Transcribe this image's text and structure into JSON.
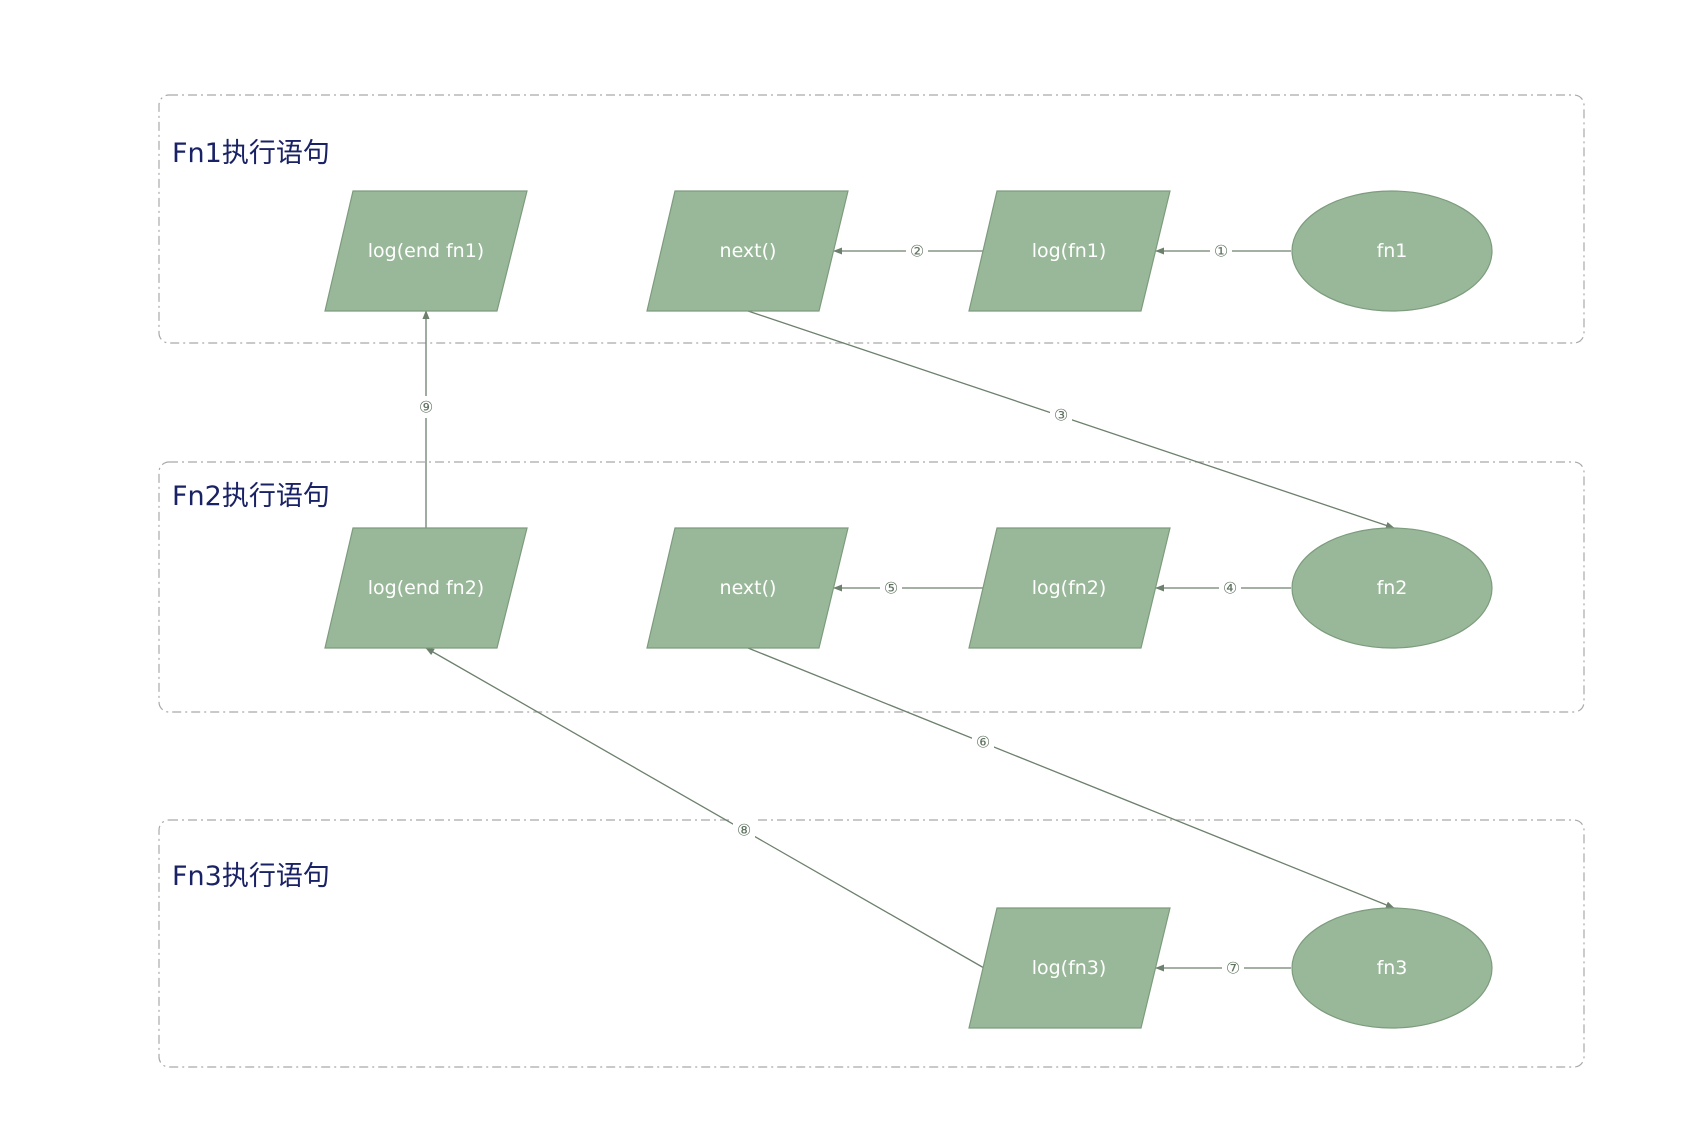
{
  "colors": {
    "node_fill": "#99b899",
    "node_stroke": "#7d9b7d",
    "edge": "#6d806d",
    "title": "#1a2266",
    "lane_border": "#a9a9a9"
  },
  "groups": [
    {
      "id": "g1",
      "title": "Fn1执行语句"
    },
    {
      "id": "g2",
      "title": "Fn2执行语句"
    },
    {
      "id": "g3",
      "title": "Fn3执行语句"
    }
  ],
  "nodes": [
    {
      "id": "fn1",
      "label": "fn1",
      "shape": "ellipse"
    },
    {
      "id": "log_fn1",
      "label": "log(fn1)",
      "shape": "parallelogram"
    },
    {
      "id": "next1",
      "label": "next()",
      "shape": "parallelogram"
    },
    {
      "id": "end_fn1",
      "label": "log(end fn1)",
      "shape": "parallelogram"
    },
    {
      "id": "fn2",
      "label": "fn2",
      "shape": "ellipse"
    },
    {
      "id": "log_fn2",
      "label": "log(fn2)",
      "shape": "parallelogram"
    },
    {
      "id": "next2",
      "label": "next()",
      "shape": "parallelogram"
    },
    {
      "id": "end_fn2",
      "label": "log(end fn2)",
      "shape": "parallelogram"
    },
    {
      "id": "fn3",
      "label": "fn3",
      "shape": "ellipse"
    },
    {
      "id": "log_fn3",
      "label": "log(fn3)",
      "shape": "parallelogram"
    }
  ],
  "edges": [
    {
      "from": "fn1",
      "to": "log_fn1",
      "label": "①"
    },
    {
      "from": "log_fn1",
      "to": "next1",
      "label": "②"
    },
    {
      "from": "next1",
      "to": "fn2",
      "label": "③"
    },
    {
      "from": "fn2",
      "to": "log_fn2",
      "label": "④"
    },
    {
      "from": "log_fn2",
      "to": "next2",
      "label": "⑤"
    },
    {
      "from": "next2",
      "to": "fn3",
      "label": "⑥"
    },
    {
      "from": "fn3",
      "to": "log_fn3",
      "label": "⑦"
    },
    {
      "from": "log_fn3",
      "to": "end_fn2",
      "label": "⑧"
    },
    {
      "from": "end_fn2",
      "to": "end_fn1",
      "label": "⑨"
    }
  ]
}
